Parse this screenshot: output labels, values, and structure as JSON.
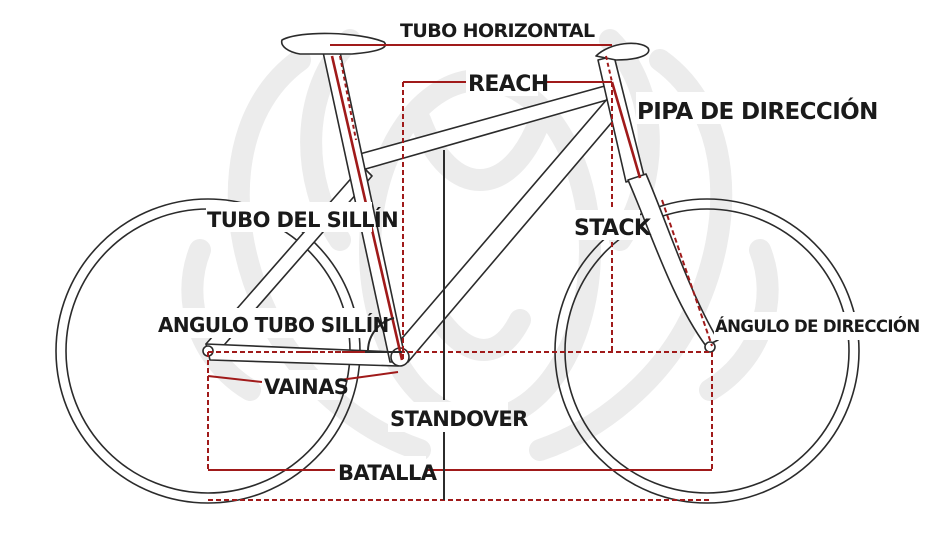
{
  "colors": {
    "background": "#ffffff",
    "frame_stroke": "#2b2b2b",
    "measure_red": "#a01a1a",
    "label_text": "#1a1a1a",
    "watermark": "#ececec"
  },
  "watermark": {
    "icon": "bull-head-logo-icon"
  },
  "labels": {
    "tubo_horizontal": "TUBO HORIZONTAL",
    "reach": "REACH",
    "pipa_direccion": "PIPA DE DIRECCIÓN",
    "tubo_sillin": "TUBO DEL SILLÍN",
    "stack": "STACK",
    "angulo_tubo_sillin": "ANGULO TUBO SILLÍN",
    "angulo_direccion": "ÁNGULO DE DIRECCIÓN",
    "vainas": "VAINAS",
    "standover": "STANDOVER",
    "batalla": "BATALLA"
  }
}
